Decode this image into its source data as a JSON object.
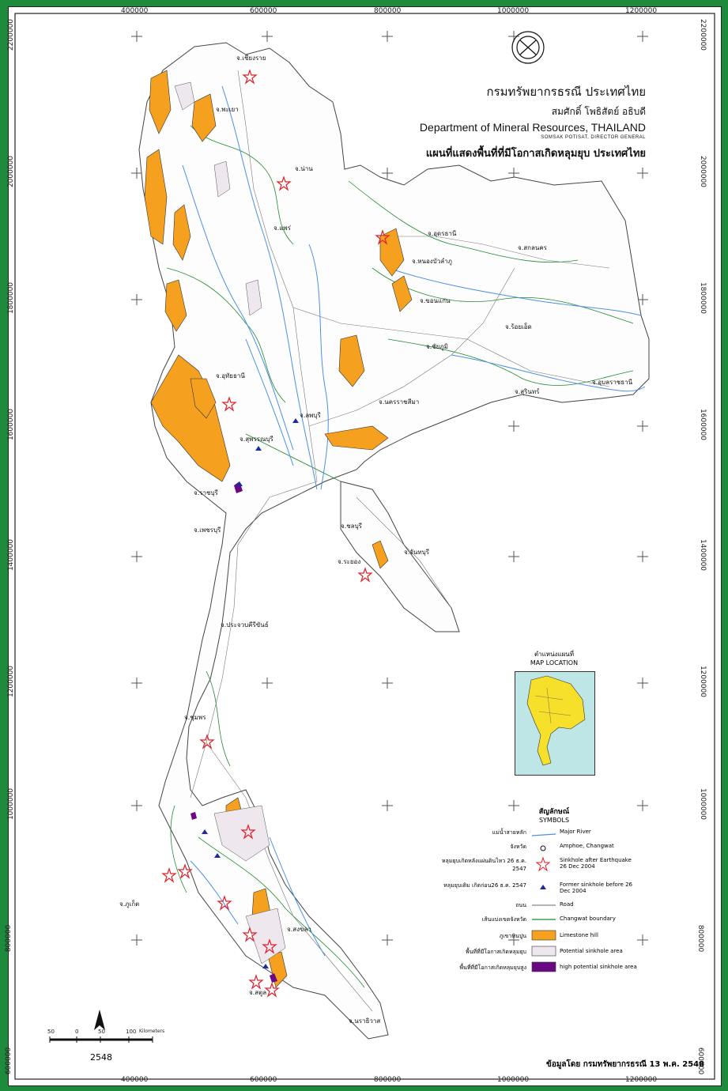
{
  "coords": {
    "top": [
      "400000",
      "600000",
      "800000",
      "1000000",
      "1200000"
    ],
    "left": [
      "2200000",
      "2000000",
      "1800000",
      "1600000",
      "1400000",
      "1200000",
      "1000000",
      "800000",
      "600000"
    ],
    "right": [
      "2200000",
      "2000000",
      "1800000",
      "1600000",
      "1400000",
      "1200000",
      "1000000",
      "800000",
      "600000"
    ],
    "bottom": [
      "400000",
      "600000",
      "800000",
      "1000000",
      "1200000"
    ]
  },
  "header": {
    "org_th": "กรมทรัพยากรธรณี ประเทศไทย",
    "director_th": "สมศักดิ์ โพธิสัตย์ อธิบดี",
    "org_en": "Department of Mineral Resources, THAILAND",
    "director_en": "SOMSAK POTISAT, DIRECTOR GENERAL",
    "map_title": "แผนที่แสดงพื้นที่ที่มีโอกาสเกิดหลุมยุบ ประเทศไทย"
  },
  "inset": {
    "title_th": "ตำแหน่งแผนที่",
    "title_en": "MAP LOCATION"
  },
  "legend": {
    "title_th": "สัญลักษณ์",
    "title_en": "SYMBOLS",
    "rows": [
      {
        "th": "แม่น้ำสายหลัก",
        "en": "Major River",
        "symbol": "river"
      },
      {
        "th": "จังหวัด",
        "en": "Amphoe, Changwat",
        "symbol": "town"
      },
      {
        "th": "หลุมยุบเกิดหลังแผ่นดินไหว 26 ธ.ค. 2547",
        "en": "Sinkhole after Earthquake 26 Dec 2004",
        "symbol": "star"
      },
      {
        "th": "หลุมยุบเดิม เกิดก่อน26 ธ.ค. 2547",
        "en": "Former sinkhole before 26 Dec 2004",
        "symbol": "triangle"
      },
      {
        "th": "ถนน",
        "en": "Road",
        "symbol": "road"
      },
      {
        "th": "เส้นแบ่งเขตจังหวัด",
        "en": "Changwat boundary",
        "symbol": "boundary"
      },
      {
        "th": "ภูเขาหินปูน",
        "en": "Limestone hill",
        "symbol": "limestone"
      },
      {
        "th": "พื้นที่ที่มีโอกาสเกิดหลุมยุบ",
        "en": "Potential sinkhole area",
        "symbol": "potential"
      },
      {
        "th": "พื้นที่ที่มีโอกาสเกิดหลุมยุบสูง",
        "en": "high potential sinkhole area",
        "symbol": "high"
      }
    ]
  },
  "scale": {
    "ticks": [
      "50",
      "0",
      "50",
      "100"
    ],
    "unit": "Kilometers",
    "year": "2548"
  },
  "credit": "ข้อมูลโดย กรมทรัพยากรธรณี 13 พ.ค. 2548",
  "places": [
    "จ.เชียงราย",
    "จ.พะเยา",
    "จ.น่าน",
    "จ.แพร่",
    "จ.อุดรธานี",
    "จ.หนองบัวลำภู",
    "จ.สกลนคร",
    "จ.ขอนแก่น",
    "จ.ร้อยเอ็ด",
    "จ.ชัยภูมิ",
    "จ.อุบลราชธานี",
    "จ.สุรินทร์",
    "จ.นครราชสีมา",
    "จ.ลพบุรี",
    "จ.อุทัยธานี",
    "จ.สุพรรณบุรี",
    "จ.ราชบุรี",
    "จ.เพชรบุรี",
    "จ.ชลบุรี",
    "จ.ระยอง",
    "จ.จันทบุรี",
    "จ.ประจวบคีรีขันธ์",
    "จ.ชุมพร",
    "จ.ภูเก็ต",
    "จ.สงขลา",
    "จ.สตูล",
    "จ.นราธิวาส"
  ],
  "colors": {
    "limestone": "#f5a11f",
    "potential": "#efe7ee",
    "high": "#6a0a83",
    "river": "#4a90e2",
    "boundary": "#1f8a2e",
    "road": "#555555",
    "sinkhole_star": "#e0202a",
    "former_triangle": "#1f2a9e"
  }
}
